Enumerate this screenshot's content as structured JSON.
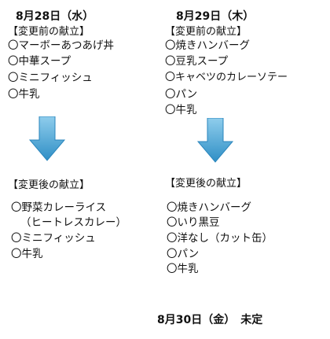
{
  "day1": {
    "date": "8月28日（水）",
    "before_label": "【変更前の献立】",
    "before_items": [
      "〇マーボーあつあげ丼",
      "〇中華スープ",
      "〇ミニフィッシュ",
      "〇牛乳"
    ],
    "after_label": "【変更後の献立】",
    "after_items": [
      "〇野菜カレーライス",
      "（ヒートレスカレー）",
      "〇ミニフィッシュ",
      "〇牛乳"
    ]
  },
  "day2": {
    "date": "8月29日（木）",
    "before_label": "【変更前の献立】",
    "before_items": [
      "〇焼きハンバーグ",
      "〇豆乳スープ",
      "〇キャベツのカレーソテー",
      "〇パン",
      "〇牛乳"
    ],
    "after_label": "【変更後の献立】",
    "after_items": [
      "〇焼きハンバーグ",
      "〇いり黒豆",
      "〇洋なし（カット缶）",
      "〇パン",
      "〇牛乳"
    ]
  },
  "day3": {
    "note": "8月30日（金）　未定"
  },
  "colors": {
    "arrow_top": "#7fc3e6",
    "arrow_bottom": "#2f8fc6"
  },
  "icons": {
    "arrow": "down-arrow-icon"
  }
}
